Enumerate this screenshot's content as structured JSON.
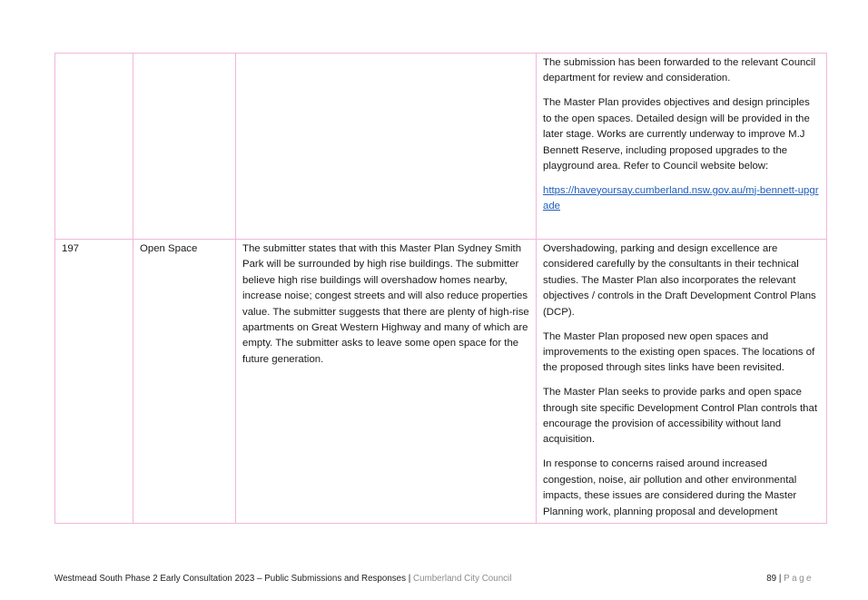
{
  "row1": {
    "id": "",
    "topic": "",
    "submission": "",
    "response_p1": "The submission has been forwarded to the relevant Council department for review and consideration.",
    "response_p2": "The Master Plan provides objectives and design principles to the open spaces. Detailed design will be provided in the later stage. Works are currently underway to improve M.J Bennett Reserve, including proposed upgrades to the playground area. Refer to Council website below:",
    "link": "https://haveyoursay.cumberland.nsw.gov.au/mj-bennett-upgrade"
  },
  "row2": {
    "id": "197",
    "topic": "Open Space",
    "submission": "The submitter states that with this Master Plan Sydney Smith Park will be surrounded by high rise buildings. The submitter believe high rise buildings will overshadow homes nearby, increase noise; congest streets and will also reduce properties value. The submitter suggests that there are plenty of high-rise apartments on Great Western Highway and many of which are empty. The submitter asks to leave some open space for the future generation.",
    "response_p1": "Overshadowing, parking and design excellence are considered carefully by the consultants in their technical studies. The Master Plan also incorporates the relevant objectives / controls in the Draft Development Control Plans (DCP).",
    "response_p2": "The Master Plan proposed new open spaces and improvements to the existing open spaces. The locations of the proposed through sites links have been revisited.",
    "response_p3": "The Master Plan seeks to provide parks and open space through site specific Development Control Plan controls that encourage the provision of accessibility without land acquisition.",
    "response_p4": "In response to concerns raised around increased congestion, noise, air pollution and other environmental impacts, these issues are considered during the Master Planning work, planning proposal and development"
  },
  "footer": {
    "document_title": "Westmead South Phase 2 Early Consultation 2023 – Public Submissions and Responses",
    "separator": "|",
    "council": "Cumberland City Council",
    "page_number": "89",
    "page_separator": "|",
    "page_word": "Page"
  },
  "colors": {
    "table_border": "#f2b6da",
    "link": "#1f5fbf",
    "footer_muted": "#8c8c8c"
  }
}
